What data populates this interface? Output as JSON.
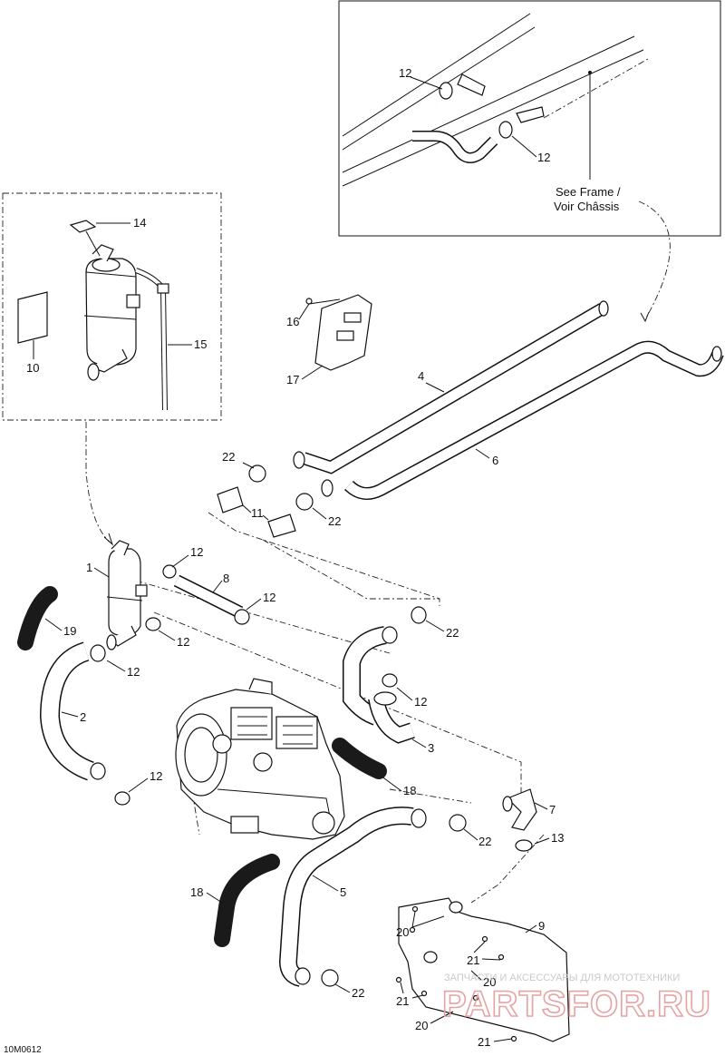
{
  "callouts": {
    "c1": "1",
    "c2": "2",
    "c3": "3",
    "c4": "4",
    "c5": "5",
    "c6": "6",
    "c7": "7",
    "c8": "8",
    "c9": "9",
    "c10": "10",
    "c11": "11",
    "c12a": "12",
    "c12b": "12",
    "c12c": "12",
    "c12d": "12",
    "c12e": "12",
    "c12f": "12",
    "c12g": "12",
    "c12h": "12",
    "c12i": "12",
    "c13": "13",
    "c14": "14",
    "c15": "15",
    "c16": "16",
    "c17": "17",
    "c18a": "18",
    "c18b": "18",
    "c19": "19",
    "c20a": "20",
    "c20b": "20",
    "c20c": "20",
    "c21a": "21",
    "c21b": "21",
    "c21c": "21",
    "c22a": "22",
    "c22b": "22",
    "c22c": "22",
    "c22d": "22",
    "c22e": "22"
  },
  "note": {
    "line1": "See Frame /",
    "line2": "Voir Châssis"
  },
  "diagram_code": "10M0612",
  "watermark": {
    "line1": "ЗАПЧАСТИ И АКСЕССУАРЫ ДЛЯ МОТОТЕХНИКИ",
    "line2": "PARTSFOR.RU"
  }
}
